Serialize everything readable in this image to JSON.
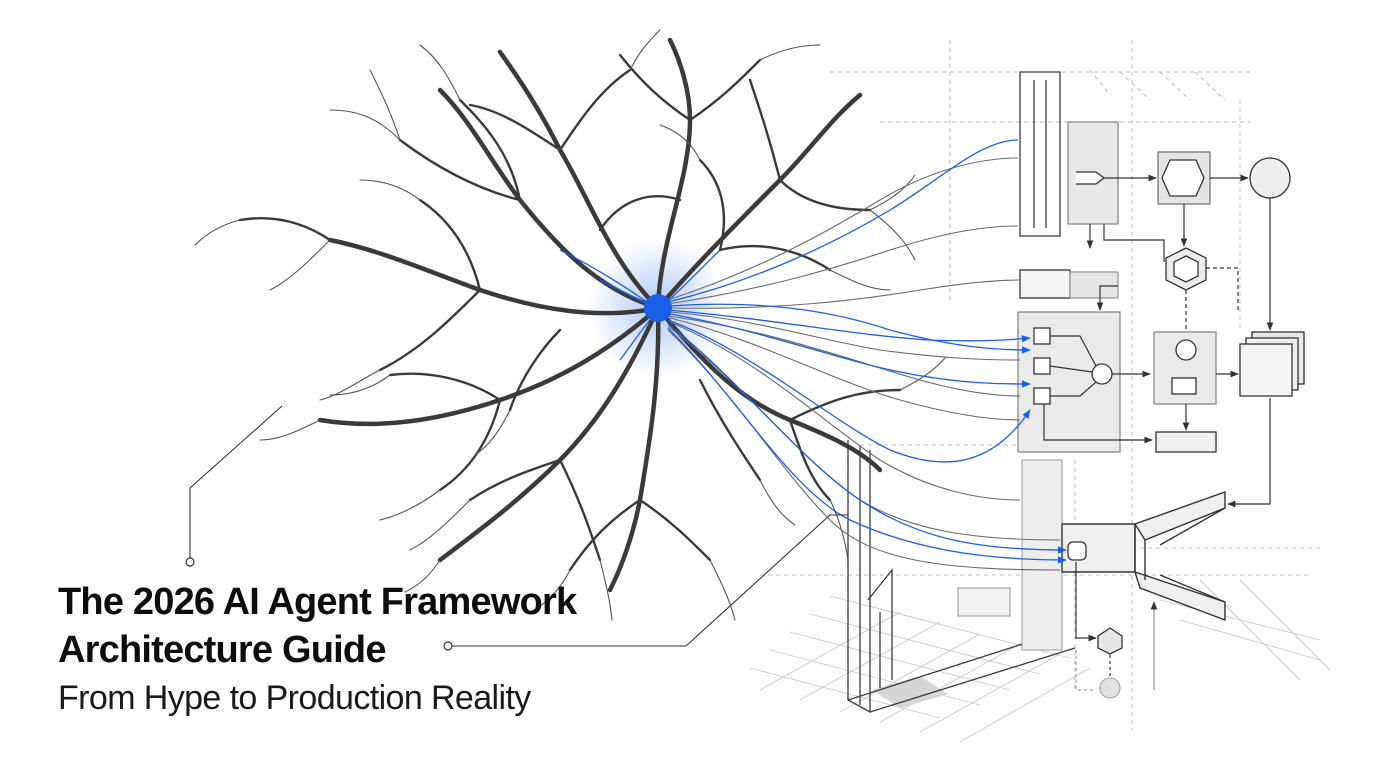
{
  "hero": {
    "title_line_1": "The 2026 AI Agent Framework",
    "title_line_2": "Architecture Guide",
    "subtitle": "From Hype to Production Reality"
  },
  "colors": {
    "accent": "#1a5ee8",
    "ink": "#2a2a2a",
    "panel": "#ececec",
    "background": "#ffffff"
  },
  "illustration": {
    "subject": "neuron connected to architecture blueprint",
    "icons": [
      "neuron-icon",
      "hexagon-icon",
      "circle-node-icon",
      "stacked-box-icon",
      "i-beam-icon"
    ]
  }
}
